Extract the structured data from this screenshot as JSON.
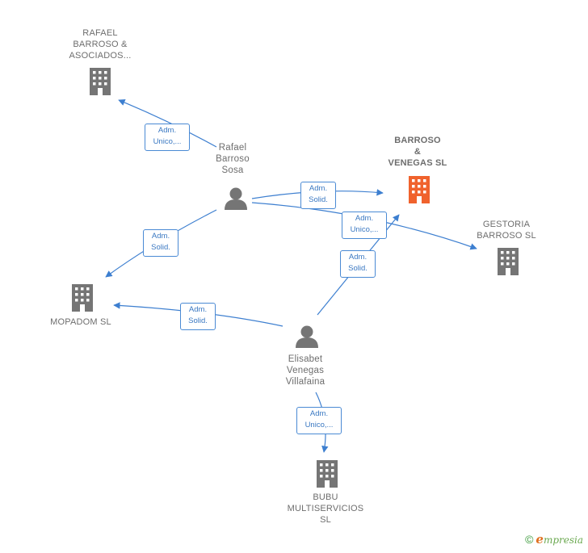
{
  "colors": {
    "edge": "#3d7fd0",
    "building": "#757575",
    "building_main": "#f0622d",
    "person": "#757575"
  },
  "nodes": {
    "rafael_asociados": {
      "label": "RAFAEL\nBARROSO &\nASOCIADOS...",
      "icon": "building-icon"
    },
    "barroso_venegas": {
      "label": "BARROSO\n&\nVENEGAS  SL",
      "icon": "building-icon"
    },
    "gestoria": {
      "label": "GESTORIA\nBARROSO  SL",
      "icon": "building-icon"
    },
    "mopadom": {
      "label": "MOPADOM  SL",
      "icon": "building-icon"
    },
    "bubu": {
      "label": "BUBU\nMULTISERVICIOS\nSL",
      "icon": "building-icon"
    },
    "rafael": {
      "label": "Rafael\nBarroso\nSosa",
      "icon": "person-icon"
    },
    "elisabet": {
      "label": "Elisabet\nVenegas\nVillafaina",
      "icon": "person-icon"
    }
  },
  "edges": {
    "e1": {
      "label": "Adm.\nUnico,..."
    },
    "e2": {
      "label": "Adm.\nSolid."
    },
    "e3": {
      "label": "Adm.\nUnico,..."
    },
    "e4": {
      "label": "Adm.\nSolid."
    },
    "e5": {
      "label": "Adm.\nSolid."
    },
    "e6": {
      "label": "Adm.\nSolid."
    },
    "e7": {
      "label": "Adm.\nUnico,..."
    }
  },
  "footer": {
    "copyright": "©",
    "brand_initial": "e",
    "brand_rest": "mpresia"
  }
}
